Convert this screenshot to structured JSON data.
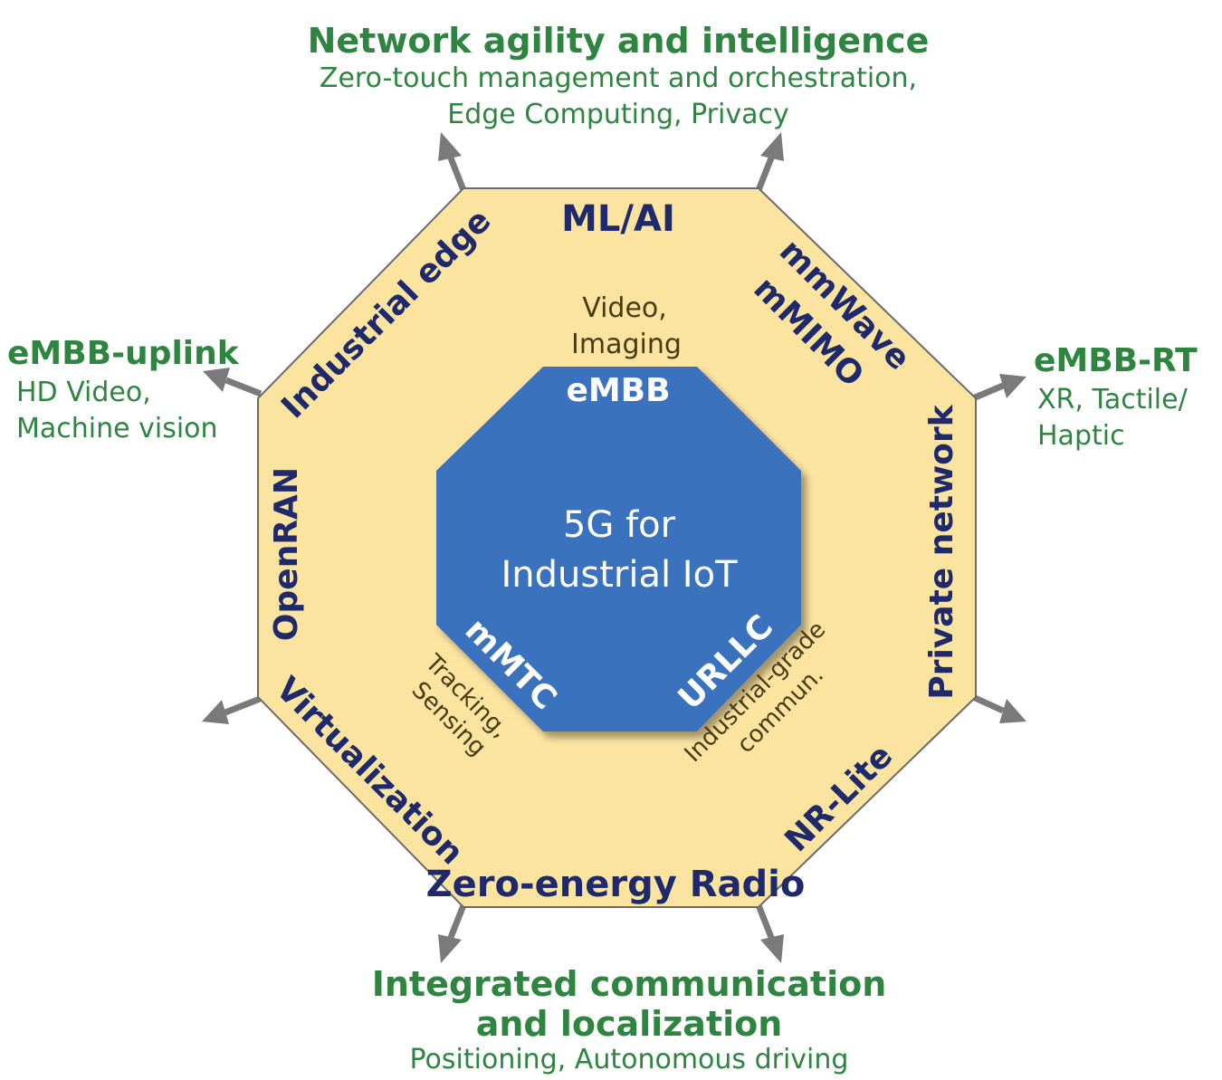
{
  "center": {
    "line1": "5G for",
    "line2": "Industrial IoT",
    "color": "#3b72bd"
  },
  "service_classes": {
    "embb": "eMBB",
    "mmtc": "mMTC",
    "urllc": "URLLC"
  },
  "use_cases": {
    "embb_line1": "Video,",
    "embb_line2": "Imaging",
    "mmtc_line1": "Tracking,",
    "mmtc_line2": "Sensing",
    "urllc_line1": "Industrial-grade",
    "urllc_line2": "commun."
  },
  "technologies": {
    "ml_ai": "ML/AI",
    "mmwave": "mmWave",
    "mmimo": "mMIMO",
    "private_network": "Private network",
    "nr_lite": "NR-Lite",
    "zero_energy_radio": "Zero-energy Radio",
    "virtualization": "Virtualization",
    "openran": "OpenRAN",
    "industrial_edge": "Industrial edge"
  },
  "directions": {
    "top": {
      "title": "Network agility and intelligence",
      "sub1": "Zero-touch management and orchestration,",
      "sub2": "Edge Computing, Privacy"
    },
    "left": {
      "title": "eMBB-uplink",
      "sub1": "HD Video,",
      "sub2": "Machine vision"
    },
    "right": {
      "title": "eMBB-RT",
      "sub1": "XR, Tactile/",
      "sub2": "Haptic"
    },
    "bottom": {
      "title1": "Integrated communication",
      "title2": "and localization",
      "sub1": "Positioning, Autonomous driving"
    }
  },
  "colors": {
    "outer_fill": "#fbe3a0",
    "outer_stroke": "#6b6b6b",
    "inner_fill": "#3b72bd",
    "direction_text": "#2e8540",
    "technology_text": "#1e2a6b",
    "arrow": "#7a7a7a"
  },
  "icons": [
    "arrow-icon"
  ]
}
